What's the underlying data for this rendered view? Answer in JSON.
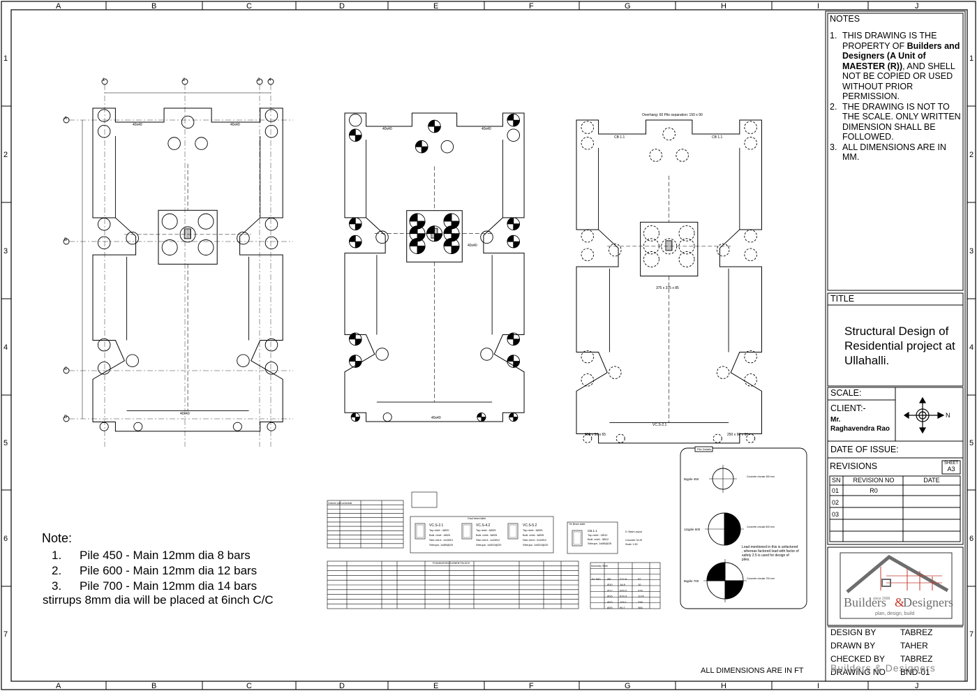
{
  "border": {
    "col_labels": [
      "A",
      "B",
      "C",
      "D",
      "E",
      "F",
      "G",
      "H",
      "I",
      "J"
    ],
    "row_labels": [
      "1",
      "2",
      "3",
      "4",
      "5",
      "6",
      "7"
    ]
  },
  "notes_block": {
    "heading": "NOTES",
    "items": [
      {
        "num": "1.",
        "pre": "THIS DRAWING IS THE PROPERTY OF ",
        "bold": "Builders and Designers (A Unit of MAESTER (R))",
        "post": ",  AND SHELL NOT BE COPIED OR USED WITHOUT PRIOR PERMISSION."
      },
      {
        "num": "2.",
        "pre": "THE DRAWING  IS NOT TO THE SCALE. ONLY WRITTEN DIMENSION SHALL BE FOLLOWED.",
        "bold": "",
        "post": ""
      },
      {
        "num": "3.",
        "pre": "ALL DIMENSIONS ARE IN MM.",
        "bold": "",
        "post": ""
      }
    ]
  },
  "title_block": {
    "heading": "TITLE",
    "text": "Structural Design of Residential project at Ullahalli."
  },
  "scale_label": "SCALE:",
  "client": {
    "label": "CLIENT:-",
    "name_line1": "Mr.",
    "name_line2": "Raghavendra Rao"
  },
  "north_label": "N",
  "date_of_issue_label": "DATE OF ISSUE:",
  "revisions": {
    "heading": "REVISIONS",
    "sheet_label": "SHEET",
    "sheet_value": "A3",
    "columns": [
      "SN",
      "REVISION NO",
      "DATE"
    ],
    "rows": [
      [
        "01",
        "R0",
        ""
      ],
      [
        "02",
        "",
        ""
      ],
      [
        "03",
        "",
        ""
      ]
    ]
  },
  "logo": {
    "word1": "Builders",
    "amp": "&",
    "word2": "Designers",
    "tagline": "plan, design, build",
    "est": "since 2008"
  },
  "sign_block": [
    {
      "label": "DESIGN BY",
      "value": "TABREZ"
    },
    {
      "label": "DRAWN BY",
      "value": "TAHER"
    },
    {
      "label": "CHECKED BY",
      "value": "TABREZ"
    },
    {
      "label": "DRAWING NO",
      "value": "BND-01"
    }
  ],
  "watermark": "Builders & Designers",
  "dimensions_note": "ALL DIMENSIONS ARE IN  FT",
  "pile_note": {
    "heading": "Note:",
    "items": [
      {
        "num": "1.",
        "text": "Pile 450 - Main 12mm dia 8 bars"
      },
      {
        "num": "2.",
        "text": "Pile 600 - Main 12mm dia 12 bars"
      },
      {
        "num": "3.",
        "text": "Pile 700 - Main 12mm dia 14 bars"
      }
    ],
    "footer": "stirrups 8mm dia will be placed at 6inch C/C"
  },
  "plans": {
    "plan1": {
      "grid": [
        "1",
        "2",
        "3",
        "4"
      ],
      "rows": [
        "A",
        "B",
        "C",
        "D"
      ],
      "beam_label": "40x40"
    },
    "plan2": {
      "beam_label": "40x40",
      "cap_label": "40x40"
    },
    "plan3": {
      "label_top": "Overhang: 60 Pile separation: 150 x 90",
      "cb_label": "CB 1.1",
      "cap_dim": "375 x 375 x 85",
      "vcs_label": "VC.S-2.1",
      "left_dim": "205 x 90 x 65",
      "right_dim": "250 x 90 x 60"
    }
  },
  "pile_table": {
    "title": "Pile Details",
    "piles": [
      {
        "name": "Bqpile 450",
        "desc": "Concrete circular 450 mm"
      },
      {
        "name": "12qpile 600",
        "desc": "Concrete circular 600 mm"
      },
      {
        "name": "Bqpile 700",
        "desc": "Concrete circular 700 mm"
      }
    ],
    "load_note": "Load mentioned in this is unfactored , whereas factored load with factor of safety 2.5 is used for design of piles."
  },
  "small_tables": {
    "column_title": "Column joint schedule",
    "beam_title": "Grad beam table",
    "tie_title": "Tie Beam table",
    "found_title": "FOUNDATION ELEMENT BLOCK",
    "summary_title": "Summary Steel",
    "base_title": "D. Base Layout",
    "base_conc": "Concrete: M-25",
    "base_scale": "Scale: 1:50",
    "vcs": [
      {
        "name": "VC.S-2.1",
        "top": "Top reinf.: 4Ø20",
        "bot": "Bott. reinf.: 4Ø20",
        "skin": "Skin reinf.: 1x2Ø12",
        "stir": "Stirrups: 1xØ8@20"
      },
      {
        "name": "VC.S-4.2",
        "top": "Top reinf.: 6Ø25",
        "bot": "Bott. reinf.: 6Ø25",
        "skin": "Skin reinf.: 1x2Ø12",
        "stir": "Stirrups: 1xØ10@20"
      },
      {
        "name": "VC.S-5.2",
        "top": "Top reinf.: 6Ø25",
        "bot": "Bott. reinf.: 6Ø25",
        "skin": "Skin reinf.: 2x2Ø12",
        "stir": "Stirrups: 1xØ10@20"
      }
    ],
    "cb": {
      "name": "CB.1.1",
      "top": "Top reinf.: 2Ø12",
      "bot": "Bott. reinf.: 3Ø12",
      "stir": "Stirrups: 1xØ8@25"
    },
    "summary_rows": [
      [
        "Fe 500",
        "Ø8",
        "212.6",
        "92"
      ],
      [
        "",
        "Ø10",
        "14.8",
        "10"
      ],
      [
        "",
        "Ø12",
        "999.0",
        "978"
      ],
      [
        "",
        "Ø16",
        "679.3",
        "1174"
      ],
      [
        "",
        "Ø25",
        "109.1",
        "298"
      ],
      [
        "",
        "Ø25",
        "90.7",
        "384"
      ]
    ]
  },
  "colors": {
    "line": "#000000",
    "paper": "#ffffff",
    "logo_red": "#c0392b",
    "logo_gray": "#6d6d6d"
  }
}
